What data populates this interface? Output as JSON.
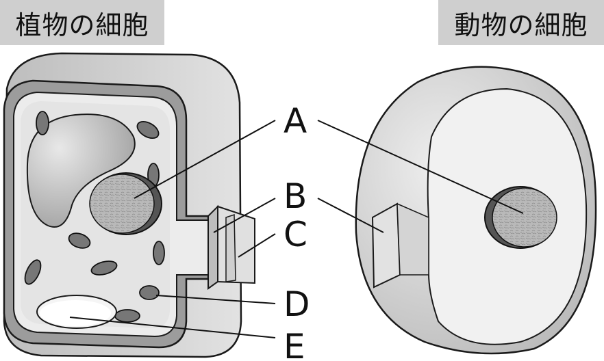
{
  "titles": {
    "plant": "植物の細胞",
    "animal": "動物の細胞"
  },
  "labels": {
    "A": "A",
    "B": "B",
    "C": "C",
    "D": "D",
    "E": "E"
  }
}
